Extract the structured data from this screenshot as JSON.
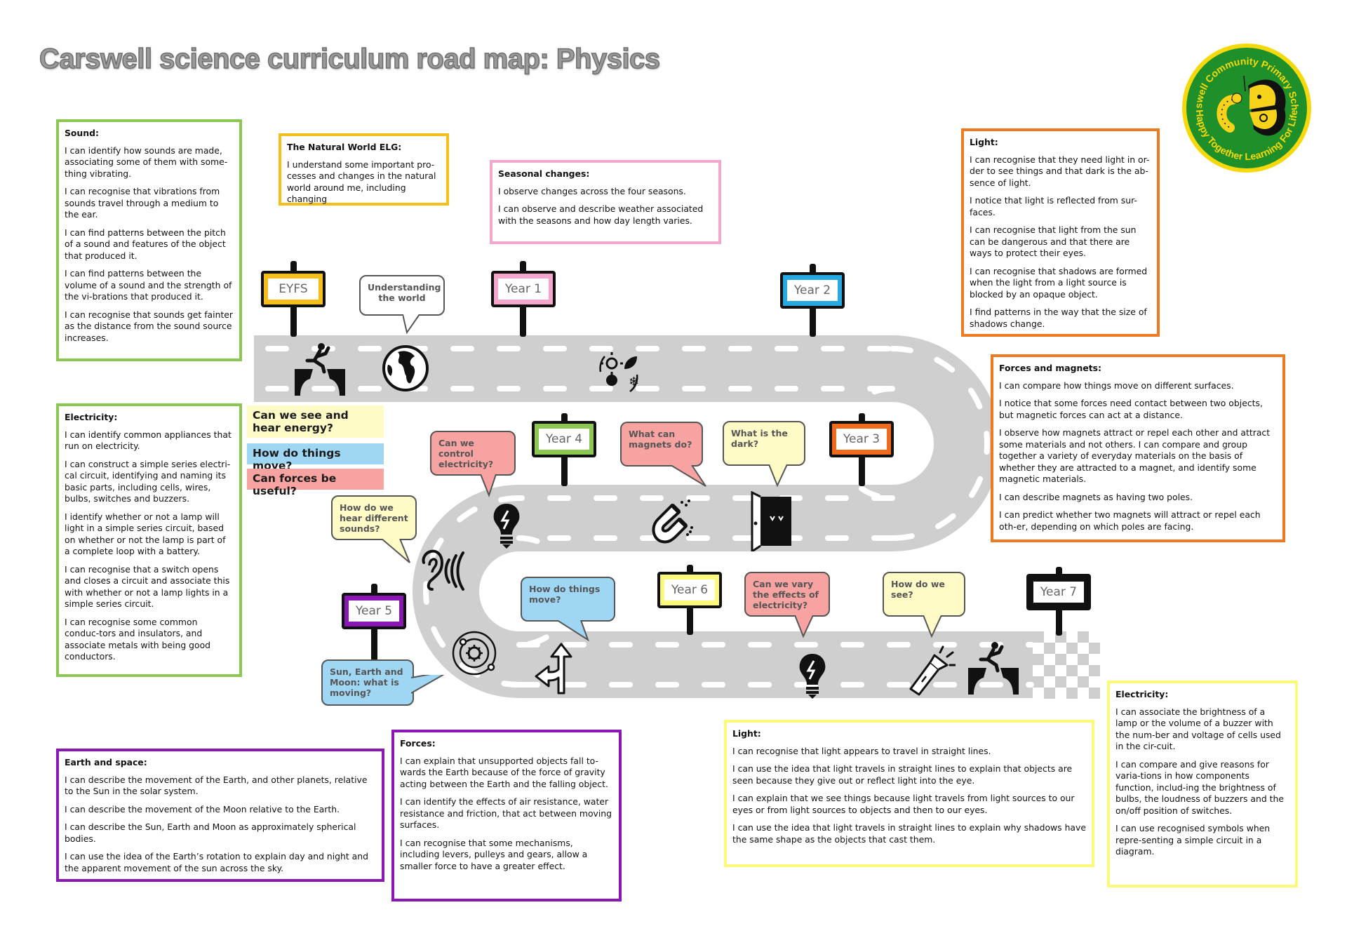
{
  "title": "Carswell science curriculum road map: Physics",
  "logo": {
    "top_text": "Carswell Community Primary School",
    "bottom_text": "Happy Together Learning For Life",
    "icon": "caterpillar-butterfly-icon",
    "colors": {
      "ring": "#f5d90a",
      "fill": "#1f8f2a",
      "text": "#f5d90a"
    }
  },
  "legend": [
    {
      "label": "Can we see and hear energy?",
      "color": "#fefbc6"
    },
    {
      "label": "How do things move?",
      "color": "#9fd6f4"
    },
    {
      "label": "Can forces be useful?",
      "color": "#f7a3a1"
    }
  ],
  "signs": [
    {
      "label": "EYFS",
      "color": "#f5be1b"
    },
    {
      "label": "Year 1",
      "color": "#f4a6cd"
    },
    {
      "label": "Year 2",
      "color": "#27a9e1"
    },
    {
      "label": "Year 3",
      "color": "#f26a1b"
    },
    {
      "label": "Year 4",
      "color": "#8cc653"
    },
    {
      "label": "Year 5",
      "color": "#8a17b5"
    },
    {
      "label": "Year 6",
      "color": "#fbf87a"
    },
    {
      "label": "Year 7",
      "color": "#111111"
    }
  ],
  "bubbles": [
    {
      "text": "Understanding the world",
      "color": "#ffffff"
    },
    {
      "text": "Can we control electricity?",
      "color": "#f7a3a1"
    },
    {
      "text": "What can magnets do?",
      "color": "#f7a3a1"
    },
    {
      "text": "What is the dark?",
      "color": "#fefbc6"
    },
    {
      "text": "How do we hear different sounds?",
      "color": "#fefbc6"
    },
    {
      "text": "How do things move?",
      "color": "#9fd6f4"
    },
    {
      "text": "Can we vary the effects of electricity?",
      "color": "#f7a3a1"
    },
    {
      "text": "How do we see?",
      "color": "#fefbc6"
    },
    {
      "text": "Sun, Earth and Moon: what is moving?",
      "color": "#9fd6f4"
    }
  ],
  "road_icons": [
    "start-jump-icon",
    "globe-icon",
    "seasons-cycle-icon",
    "lightbulb-icon",
    "magnet-icon",
    "dark-door-icon",
    "ear-sound-icon",
    "solar-system-icon",
    "direction-arrows-icon",
    "lightbulb-icon",
    "torch-icon",
    "finish-jump-icon"
  ],
  "boxes": {
    "sound": {
      "heading": "Sound:",
      "items": [
        "I can identify how sounds are made, associating some of them with some-thing vibrating.",
        "I can recognise that vibrations from sounds travel through a medium to the ear.",
        "I can find patterns between the pitch of a sound and features of the object that produced it.",
        "I can find patterns between the volume of a sound and the strength of the vi-brations that produced it.",
        "I can recognise that sounds get fainter as the distance from the sound source increases."
      ]
    },
    "natural_world": {
      "heading": "The Natural World ELG:",
      "items": [
        "I understand some important pro-cesses and changes in the natural world around me, including changing"
      ]
    },
    "seasonal": {
      "heading": "Seasonal changes:",
      "items": [
        "I observe changes across the four seasons.",
        "I can observe and describe weather associated with the seasons and how day length varies."
      ]
    },
    "light_y3": {
      "heading": "Light:",
      "items": [
        "I can recognise that they need light in or-der to see things and that dark is the ab-sence of light.",
        "I notice that light is reflected from sur-faces.",
        "I can recognise that light from the sun can be dangerous and that there are ways to protect their eyes.",
        "I can recognise that shadows are formed when the light from a light source is blocked by an opaque object.",
        "I find patterns in the way that the size of shadows change."
      ]
    },
    "forces_magnets": {
      "heading": "Forces and magnets:",
      "items": [
        "I can compare how things move on different surfaces.",
        "I notice that some forces need contact between two objects, but magnetic forces can act at a distance.",
        "I observe how magnets attract or repel each other and attract some materials and not others. I can compare and group together a variety of everyday materials on the basis of whether they are attracted to a magnet, and identify some magnetic materials.",
        "I can describe magnets as having two poles.",
        "I can predict whether two magnets will attract or repel each oth-er, depending on which poles are facing."
      ]
    },
    "electricity_y4": {
      "heading": "Electricity:",
      "items": [
        "I can identify common appliances that run on electricity.",
        "I can construct a simple series electri-cal circuit, identifying and naming its basic parts, including cells, wires, bulbs, switches and buzzers.",
        "I identify whether or not a lamp will light in a simple series circuit, based on whether or not the lamp is part of a complete loop with a battery.",
        "I can recognise that a switch opens and closes a circuit and associate this with whether or not a lamp lights in a simple series circuit.",
        "I can recognise some common conduc-tors and insulators, and associate metals with being good conductors."
      ]
    },
    "earth_space": {
      "heading": "Earth and space:",
      "items": [
        "I can describe the movement of the Earth, and other planets, relative to the Sun in the solar system.",
        "I can describe the movement of the Moon relative to the Earth.",
        "I can describe the Sun, Earth and Moon as approximately spherical bodies.",
        "I can use the idea of the Earth’s rotation to explain day and night and the apparent movement of the sun across the sky."
      ]
    },
    "forces_y5": {
      "heading": "Forces:",
      "items": [
        "I can explain that unsupported objects fall to-wards the Earth because of the force of gravity acting between the Earth and the falling object.",
        "I can identify the effects of air resistance, water resistance and friction, that act between moving surfaces.",
        "I can recognise that some mechanisms, including levers, pulleys and gears, allow a smaller force to have a greater effect."
      ]
    },
    "light_y6": {
      "heading": "Light:",
      "items": [
        "I can recognise that light appears to travel in straight lines.",
        "I can use the idea that light travels in straight lines to explain that objects are seen because they give out or reflect light into the eye.",
        "I can explain that we see things because light travels from light sources to our eyes or from light sources to objects and then to our eyes.",
        "I can use the idea that light travels in straight lines to explain why shadows have the same shape as the objects that cast them."
      ]
    },
    "electricity_y6": {
      "heading": "Electricity:",
      "items": [
        "I can associate the brightness of a lamp or the volume of a buzzer with the num-ber and voltage of cells used in the cir-cuit.",
        "I can compare and give reasons for varia-tions in how components function, includ-ing the brightness of bulbs, the loudness of buzzers and the on/off position of switches.",
        "I can use recognised symbols when repre-senting a simple circuit in a diagram."
      ]
    }
  }
}
